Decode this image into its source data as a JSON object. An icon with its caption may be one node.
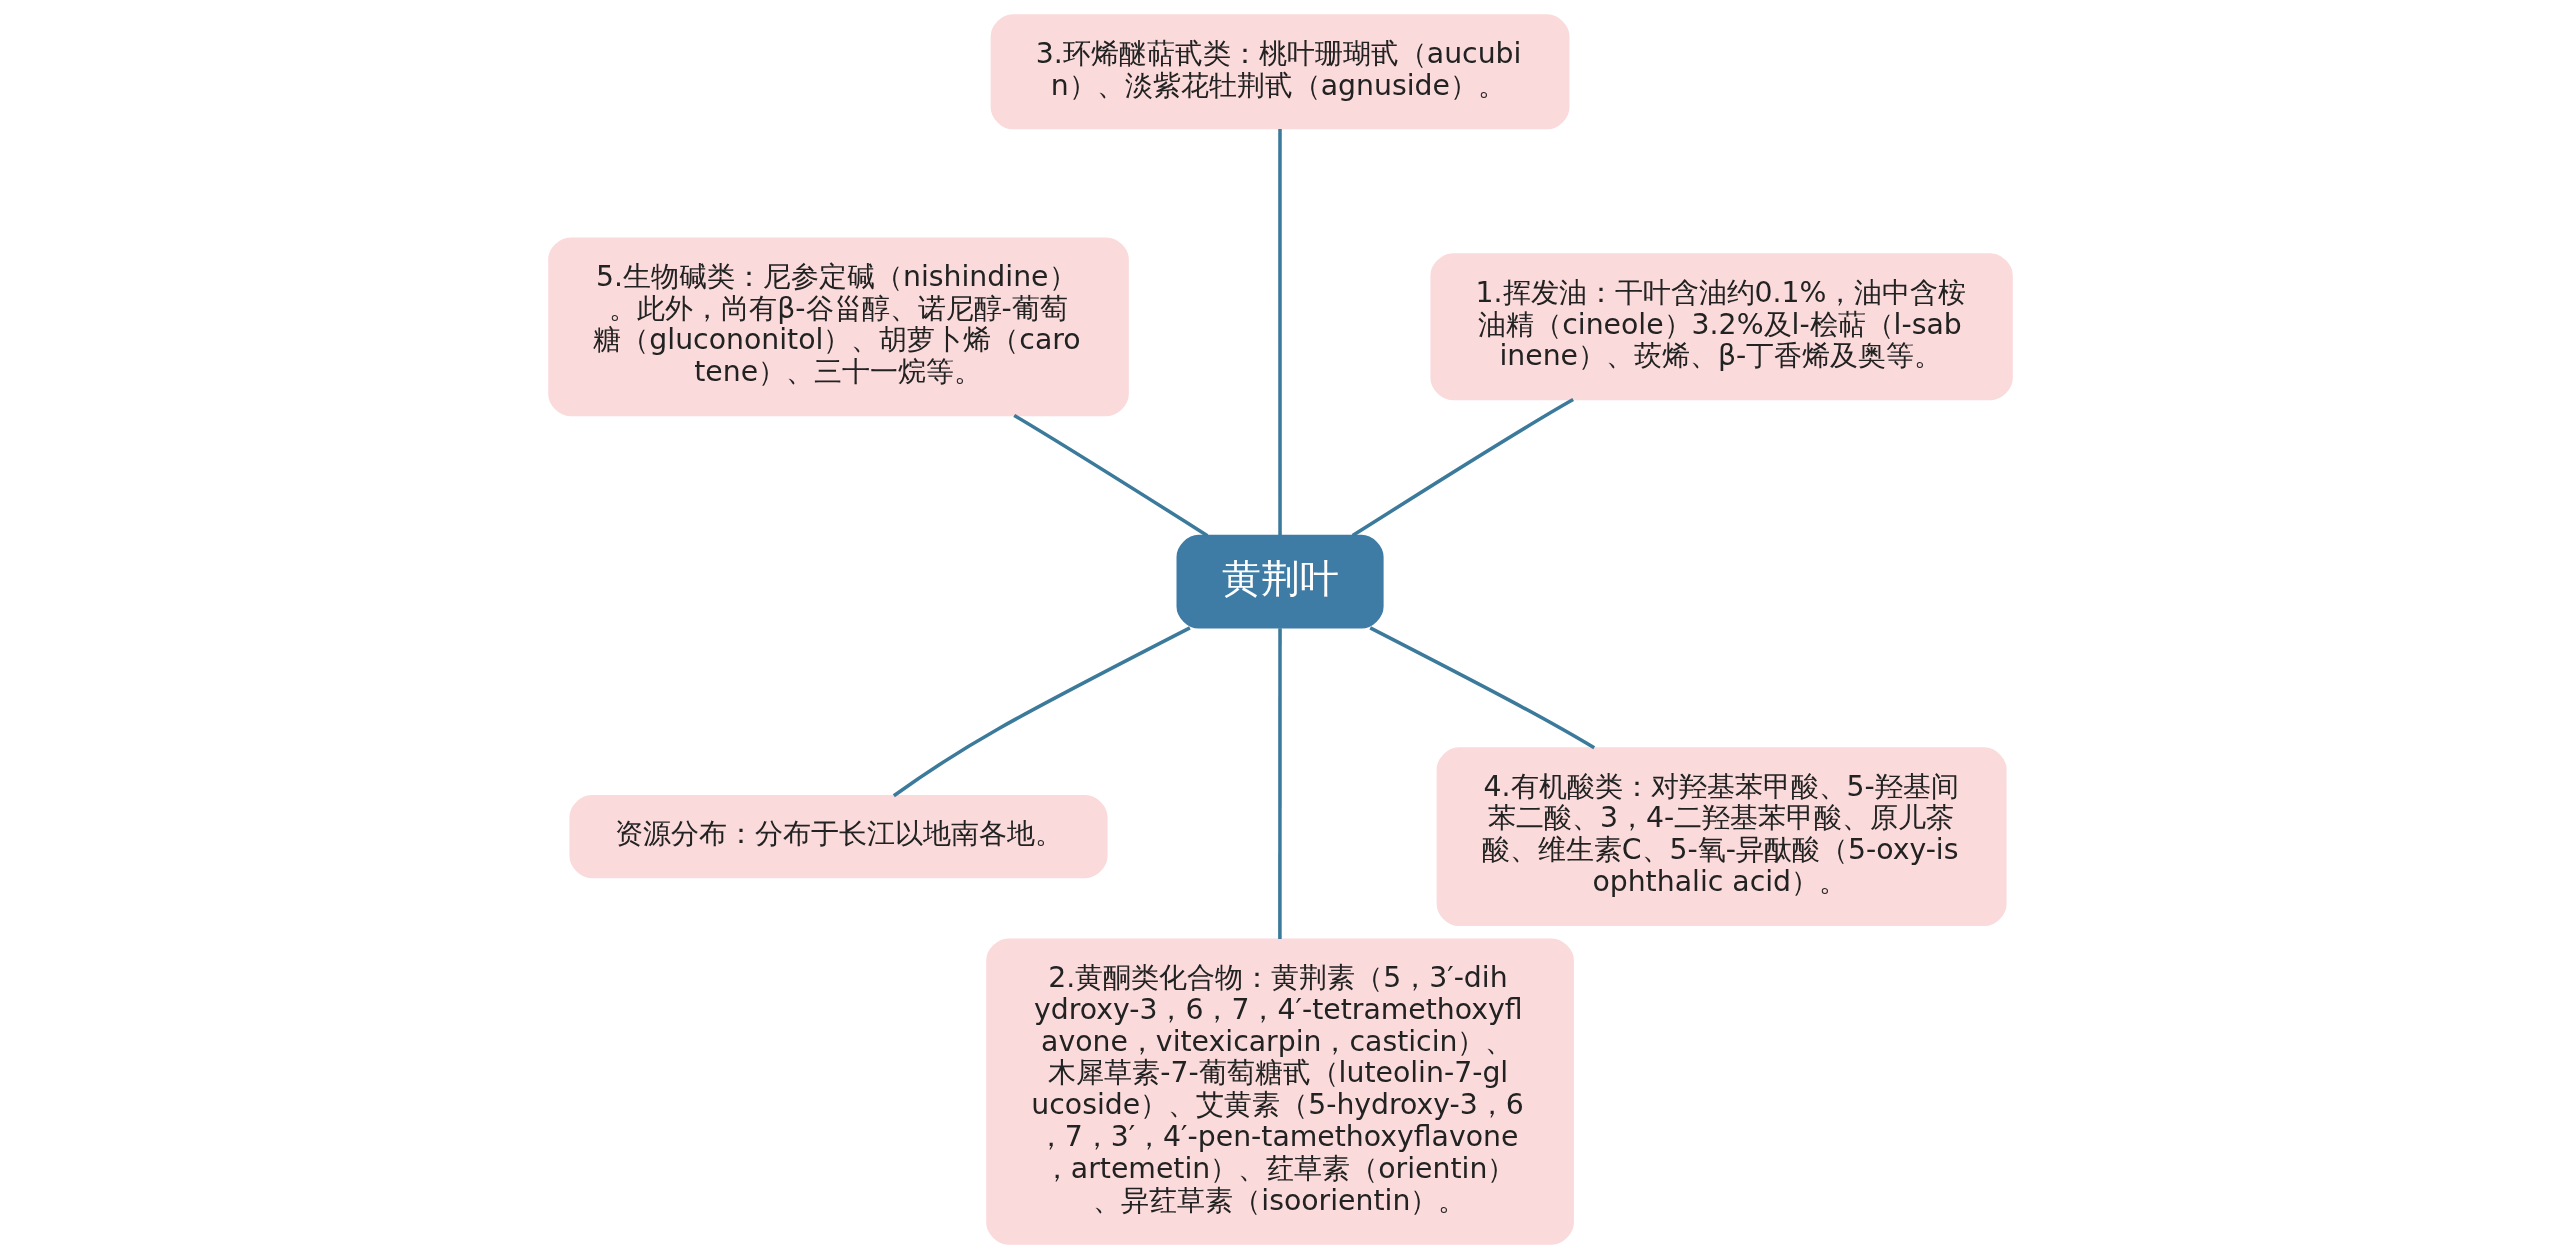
{
  "diagram": {
    "nodes": [
      {
        "text": [
          "黄荆叶"
        ]
      },
      {
        "text": [
          "1.挥发油：干叶含油约0.1%，油中含桉油精（cineole）3.2%及l-桧萜（l-sabinene）、莰烯、β-丁香烯及奥等。"
        ]
      },
      {
        "text": [
          "3.环烯醚萜甙类：桃叶珊瑚甙（aucubin）、淡紫花牡荆甙（agnuside）。"
        ]
      },
      {
        "text": [
          "5.生物碱类：尼参定碱（nishindine）。此外，尚有β-谷甾醇、诺尼醇-葡萄糖（glucononitol）、胡萝卜烯（carotene）、三十一烷等。"
        ]
      },
      {
        "text": [
          "资源分布：分布于长江以地南各地。"
        ]
      },
      {
        "text": [
          "2.黄酮类化合物：黄荆素（5，3′-dihydroxy-3，6，7，4′-tetramethoxyflavone，vitexicarpin，casticin）、木犀草素-7-葡萄糖甙（luteolin-7-glucoside）、艾黄素（5-hydroxy-3，6，7，3′，4′-pen-tamethoxyflavone，artemetin）、荭草素（orientin）、异荭草素（isoorientin）。"
        ]
      },
      {
        "text": [
          "4.有机酸类：对羟基苯甲酸、5-羟基间苯二酸、3，4-二羟基苯甲酸、原儿茶酸、维生素C、5-氧-异酞酸（5-oxy-isophthalic acid）。"
        ]
      }
    ],
    "edges": [
      {
        "from": 0,
        "to": 1,
        "arrow": "none"
      },
      {
        "from": 0,
        "to": 2,
        "arrow": "none"
      },
      {
        "from": 0,
        "to": 3,
        "arrow": "none"
      },
      {
        "from": 0,
        "to": 4,
        "arrow": "none"
      },
      {
        "from": 0,
        "to": 5,
        "arrow": "none"
      },
      {
        "from": 0,
        "to": 6,
        "arrow": "none"
      }
    ]
  }
}
